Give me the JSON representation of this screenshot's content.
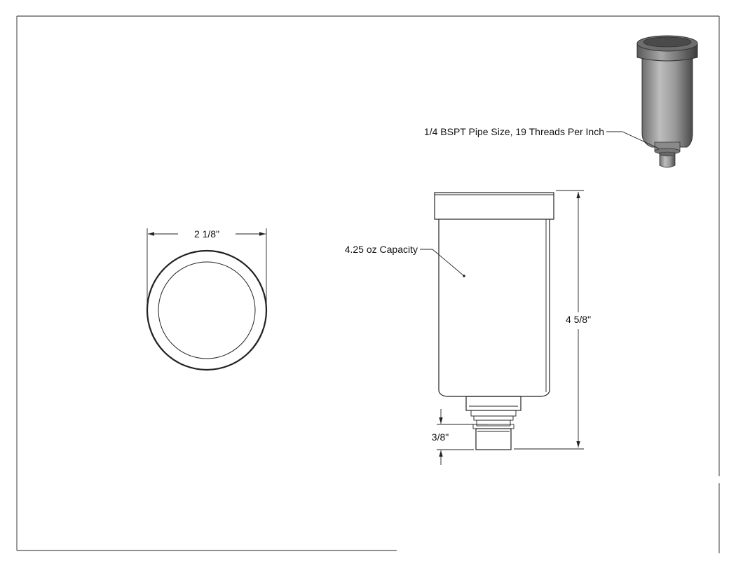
{
  "drawing": {
    "dimensions": {
      "diameter": "2 1/8\"",
      "height": "4 5/8\"",
      "thread_length": "3/8\""
    },
    "callouts": {
      "thread": "1/4 BSPT Pipe Size, 19 Threads Per Inch",
      "capacity": "4.25 oz Capacity"
    }
  }
}
